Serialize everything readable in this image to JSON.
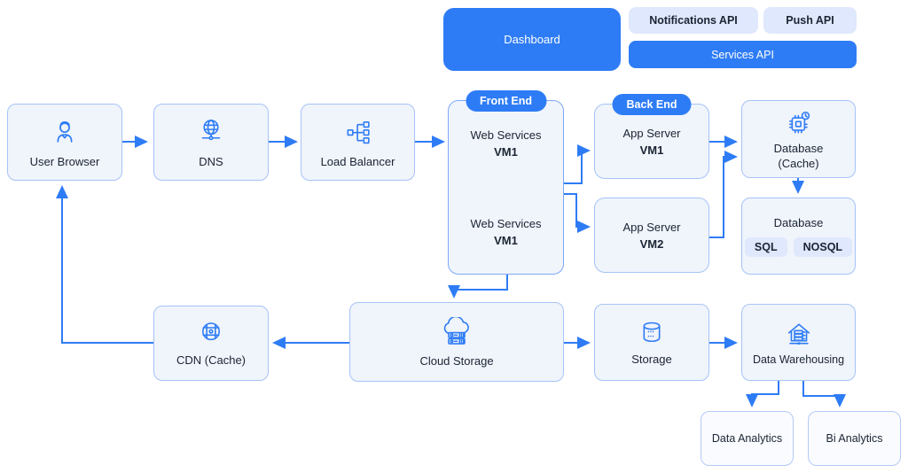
{
  "colors": {
    "accent": "#2e7cf5",
    "box_fill": "#f0f4fb",
    "box_border": "#a6c3f7",
    "group_border": "#7da8f6",
    "tag_fill": "#dfe8fc",
    "text": "#1a2433",
    "white": "#ffffff"
  },
  "api_bar": {
    "dashboard_label": "Dashboard",
    "notifications_label": "Notifications API",
    "push_label": "Push API",
    "services_label": "Services API"
  },
  "badges": {
    "front_end": "Front End",
    "back_end": "Back End"
  },
  "nodes": {
    "user_browser": {
      "label": "User Browser",
      "icon": "person-icon"
    },
    "dns": {
      "label": "DNS",
      "icon": "globe-dns-icon"
    },
    "load_balancer": {
      "label": "Load Balancer",
      "icon": "load-balancer-icon"
    },
    "web_services_top": {
      "label": "Web Services",
      "vm": "VM1"
    },
    "web_services_bottom": {
      "label": "Web Services",
      "vm": "VM1"
    },
    "app_server_1": {
      "label": "App Server",
      "vm": "VM1"
    },
    "app_server_2": {
      "label": "App Server",
      "vm": "VM2"
    },
    "database_cache": {
      "label": "Database",
      "sublabel": "(Cache)",
      "icon": "chip-clock-icon"
    },
    "database": {
      "label": "Database",
      "tags": [
        "SQL",
        "NOSQL"
      ]
    },
    "cdn": {
      "label": "CDN (Cache)",
      "icon": "network-globe-icon"
    },
    "cloud_storage": {
      "label": "Cloud Storage",
      "icon": "cloud-servers-icon"
    },
    "storage": {
      "label": "Storage",
      "icon": "database-cylinder-icon"
    },
    "data_warehousing": {
      "label": "Data Warehousing",
      "icon": "warehouse-icon"
    },
    "data_analytics": {
      "label": "Data Analytics"
    },
    "bi_analytics": {
      "label": "Bi Analytics"
    }
  }
}
